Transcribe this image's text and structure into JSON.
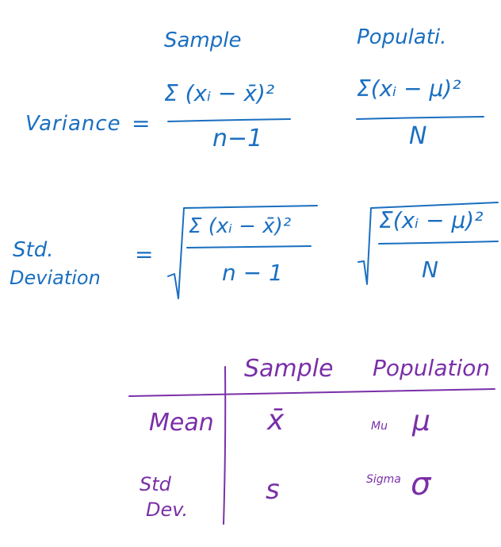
{
  "headers": {
    "sample": "Sample",
    "population": "Populati."
  },
  "variance": {
    "label": "Variance",
    "equals": "=",
    "sample_numerator": "Σ (xᵢ − x̄)²",
    "sample_denominator": "n−1",
    "population_numerator": "Σ(xᵢ − μ)²",
    "population_denominator": "N"
  },
  "std_deviation": {
    "label_line1": "Std.",
    "label_line2": "Deviation",
    "equals": "=",
    "sample_numerator": "Σ (xᵢ − x̄)²",
    "sample_denominator": "n − 1",
    "population_numerator": "Σ(xᵢ − μ)²",
    "population_denominator": "N"
  },
  "table": {
    "col_sample": "Sample",
    "col_population": "Population",
    "rows": [
      {
        "label": "Mean",
        "sample": "x̄",
        "population_name": "Mu",
        "population_symbol": "μ"
      },
      {
        "label_line1": "Std",
        "label_line2": "Dev.",
        "sample": "s",
        "population_name": "Sigma",
        "population_symbol": "σ"
      }
    ]
  },
  "colors": {
    "formula_ink": "#1a6fc0",
    "table_ink": "#7a2fa8"
  }
}
